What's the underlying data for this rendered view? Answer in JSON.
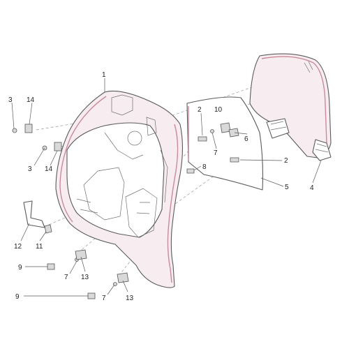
{
  "callouts": [
    {
      "id": "c1",
      "text": "1"
    },
    {
      "id": "c2a",
      "text": "2"
    },
    {
      "id": "c2b",
      "text": "2"
    },
    {
      "id": "c3a",
      "text": "3"
    },
    {
      "id": "c3b",
      "text": "3"
    },
    {
      "id": "c4",
      "text": "4"
    },
    {
      "id": "c5",
      "text": "5"
    },
    {
      "id": "c6",
      "text": "6"
    },
    {
      "id": "c7a",
      "text": "7"
    },
    {
      "id": "c7b",
      "text": "7"
    },
    {
      "id": "c7c",
      "text": "7"
    },
    {
      "id": "c8",
      "text": "8"
    },
    {
      "id": "c9a",
      "text": "9"
    },
    {
      "id": "c9b",
      "text": "9"
    },
    {
      "id": "c10",
      "text": "10"
    },
    {
      "id": "c11",
      "text": "11"
    },
    {
      "id": "c12",
      "text": "12"
    },
    {
      "id": "c13a",
      "text": "13"
    },
    {
      "id": "c13b",
      "text": "13"
    },
    {
      "id": "c14a",
      "text": "14"
    },
    {
      "id": "c14b",
      "text": "14"
    }
  ]
}
